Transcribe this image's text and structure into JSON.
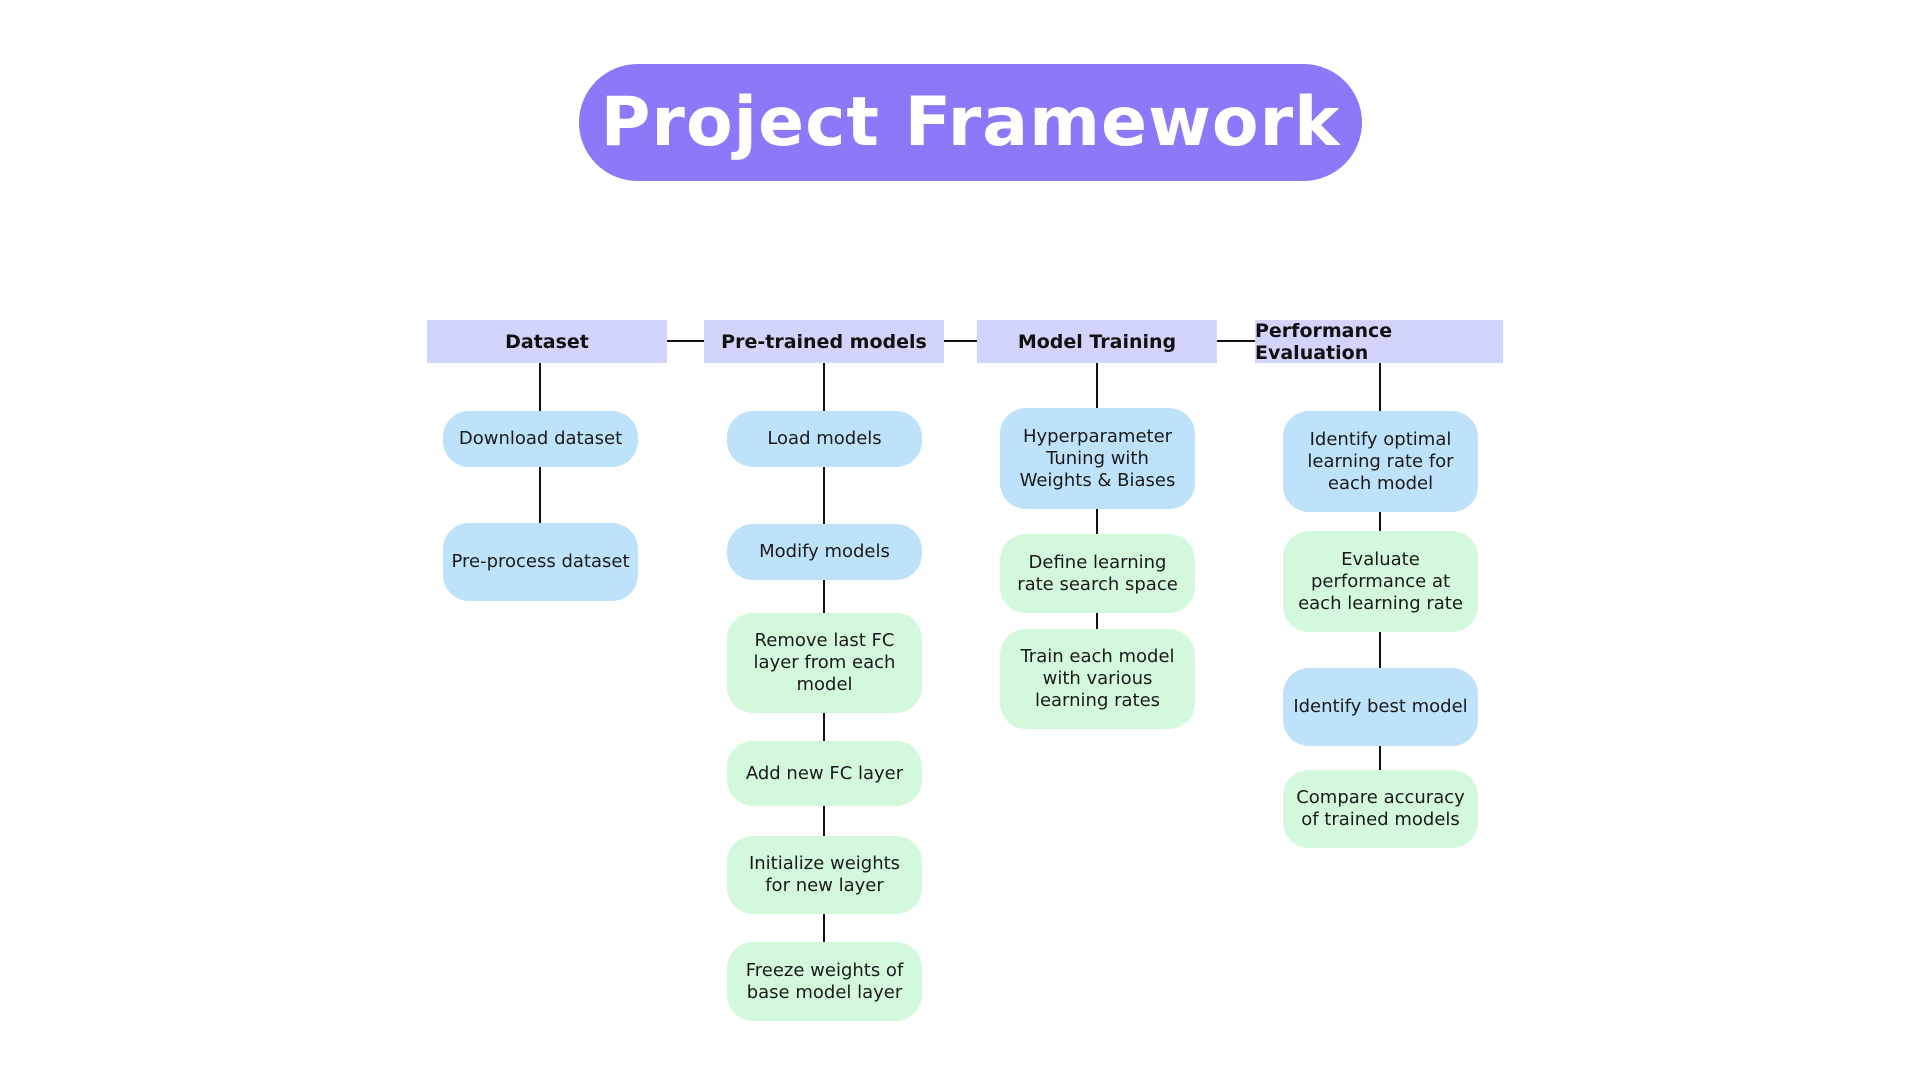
{
  "title": "Project Framework",
  "colors": {
    "title_bg": "#8c78f8",
    "header_bg": "#d3d4fb",
    "node_blue": "#bfe2fb",
    "node_green": "#d4f8dc",
    "line": "#111111"
  },
  "columns": [
    {
      "header": "Dataset",
      "nodes": [
        {
          "label": "Download dataset",
          "color": "blue"
        },
        {
          "label": "Pre-process dataset",
          "color": "blue"
        }
      ]
    },
    {
      "header": "Pre-trained models",
      "nodes": [
        {
          "label": "Load models",
          "color": "blue"
        },
        {
          "label": "Modify models",
          "color": "blue"
        },
        {
          "label": "Remove last FC layer from each model",
          "color": "green"
        },
        {
          "label": "Add new FC layer",
          "color": "green"
        },
        {
          "label": "Initialize weights for new layer",
          "color": "green"
        },
        {
          "label": "Freeze weights of base model layer",
          "color": "green"
        }
      ]
    },
    {
      "header": "Model Training",
      "nodes": [
        {
          "label": "Hyperparameter Tuning with Weights & Biases",
          "color": "blue"
        },
        {
          "label": "Define learning rate search space",
          "color": "green"
        },
        {
          "label": "Train each model with various learning rates",
          "color": "green"
        }
      ]
    },
    {
      "header": "Performance Evaluation",
      "nodes": [
        {
          "label": "Identify optimal learning rate for each model",
          "color": "blue"
        },
        {
          "label": "Evaluate performance at each learning rate",
          "color": "green"
        },
        {
          "label": "Identify best model",
          "color": "blue"
        },
        {
          "label": "Compare accuracy of trained models",
          "color": "green"
        }
      ]
    }
  ]
}
